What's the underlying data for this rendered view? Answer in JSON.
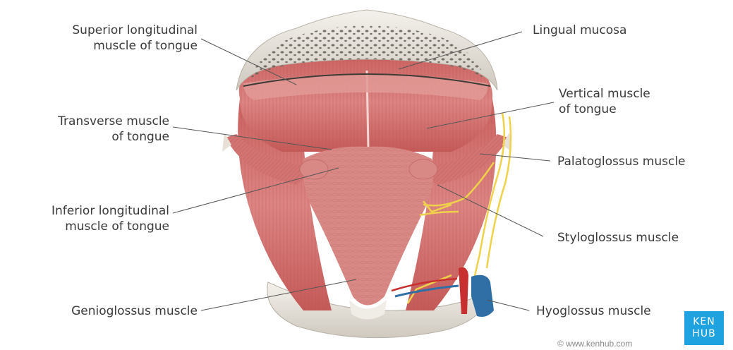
{
  "labels": {
    "superior_longitudinal": "Superior longitudinal\nmuscle of tongue",
    "lingual_mucosa": "Lingual mucosa",
    "vertical": "Vertical muscle\nof tongue",
    "transverse": "Transverse muscle\nof tongue",
    "palatoglossus": "Palatoglossus muscle",
    "inferior_longitudinal": "Inferior longitudinal\nmuscle of tongue",
    "styloglossus": "Styloglossus muscle",
    "genioglossus": "Genioglossus muscle",
    "hyoglossus": "Hyoglossus muscle"
  },
  "logo": {
    "line1": "KEN",
    "line2": "HUB"
  },
  "copyright": "© www.kenhub.com",
  "colors": {
    "muscle": "#d77b78",
    "muscle_dark": "#b9504f",
    "bone": "#e7e3dc",
    "nerve": "#f0d24a",
    "vein": "#2f6fa6",
    "artery": "#c8302f",
    "logo": "#1ea3e0"
  }
}
